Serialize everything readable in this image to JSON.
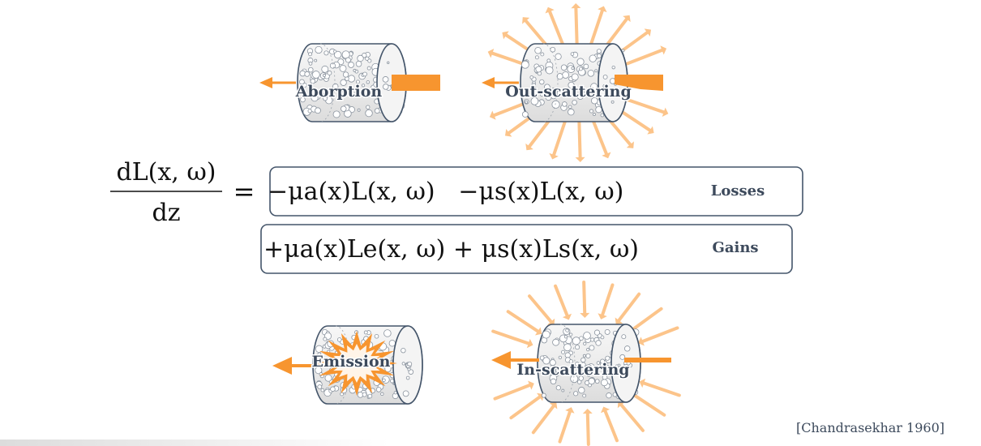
{
  "panels": {
    "absorption": {
      "label": "Aborption"
    },
    "out_scattering": {
      "label": "Out-scattering"
    },
    "emission": {
      "label": "Emission"
    },
    "in_scattering": {
      "label": "In-scattering"
    }
  },
  "equation": {
    "lhs_numerator": "dL(x, ω)",
    "lhs_denominator": "dz",
    "equals": "=",
    "losses_terms": "−μa(x)L(x, ω)   −μs(x)L(x, ω)",
    "gains_terms": "+μa(x)Le(x, ω) + μs(x)Ls(x, ω)",
    "losses_label": "Losses",
    "gains_label": "Gains"
  },
  "citation": "[Chandrasekhar 1960]",
  "colors": {
    "beam": "#f7952f",
    "ray": "#fcc48a",
    "outline": "#44556a",
    "cylinder_fill": "#eeeeee",
    "label": "#3d4a5c"
  }
}
